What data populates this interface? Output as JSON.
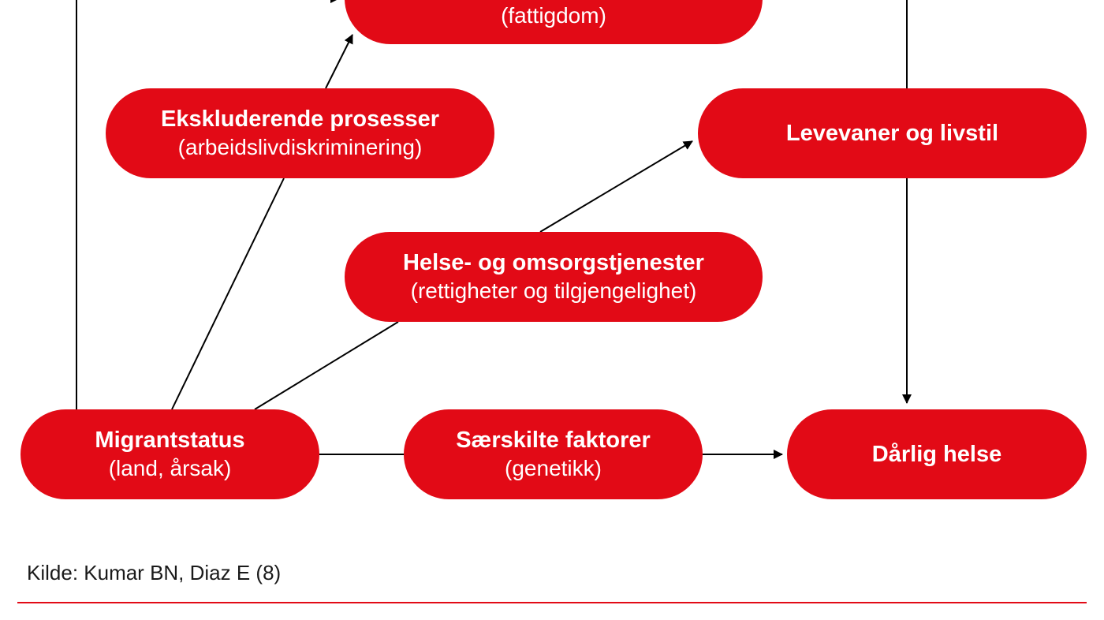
{
  "colors": {
    "node_fill": "#e20a16",
    "node_text": "#ffffff",
    "connector": "#000000",
    "rule": "#e20a16"
  },
  "nodes": {
    "top": {
      "subtitle": "(fattigdom)"
    },
    "ekskluderende": {
      "title": "Ekskluderende prosesser",
      "subtitle": "(arbeidslivdiskriminering)"
    },
    "levevaner": {
      "title": "Levevaner og livstil"
    },
    "helse_omsorg": {
      "title": "Helse- og omsorgstjenester",
      "subtitle": "(rettigheter og tilgjengelighet)"
    },
    "migrantstatus": {
      "title": "Migrantstatus",
      "subtitle": "(land, årsak)"
    },
    "serskilte": {
      "title": "Særskilte faktorer",
      "subtitle": "(genetikk)"
    },
    "darlig_helse": {
      "title": "Dårlig helse"
    }
  },
  "edges": [
    {
      "from": "migrantstatus",
      "to": "top"
    },
    {
      "from": "migrantstatus",
      "to": "ekskluderende"
    },
    {
      "from": "ekskluderende",
      "to": "top"
    },
    {
      "from": "migrantstatus",
      "to": "helse_omsorg"
    },
    {
      "from": "helse_omsorg",
      "to": "levevaner"
    },
    {
      "from": "top",
      "to": "levevaner"
    },
    {
      "from": "levevaner",
      "to": "darlig_helse"
    },
    {
      "from": "migrantstatus",
      "to": "serskilte"
    },
    {
      "from": "serskilte",
      "to": "darlig_helse"
    }
  ],
  "source": "Kilde: Kumar BN, Diaz E (8)"
}
